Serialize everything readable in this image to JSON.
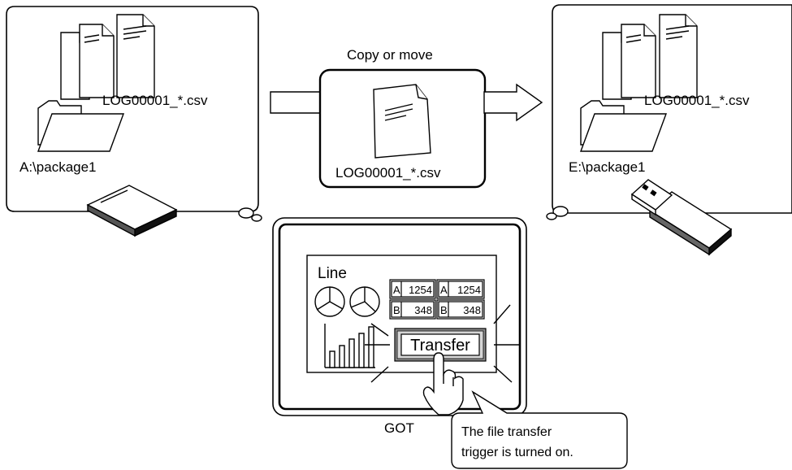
{
  "source_panel": {
    "file_label": "LOG00001_*.csv",
    "folder_label": "A:\\package1"
  },
  "transfer": {
    "caption": "Copy or move",
    "file_label": "LOG00001_*.csv"
  },
  "dest_panel": {
    "file_label": "LOG00001_*.csv",
    "folder_label": "E:\\package1"
  },
  "got": {
    "label": "GOT",
    "screen_title": "Line",
    "readouts": [
      {
        "tag": "A",
        "value": "1254"
      },
      {
        "tag": "A",
        "value": "1254"
      },
      {
        "tag": "B",
        "value": "348"
      },
      {
        "tag": "B",
        "value": "348"
      }
    ],
    "transfer_button": "Transfer"
  },
  "callout": {
    "line1": "The file transfer",
    "line2": "trigger is turned on."
  }
}
